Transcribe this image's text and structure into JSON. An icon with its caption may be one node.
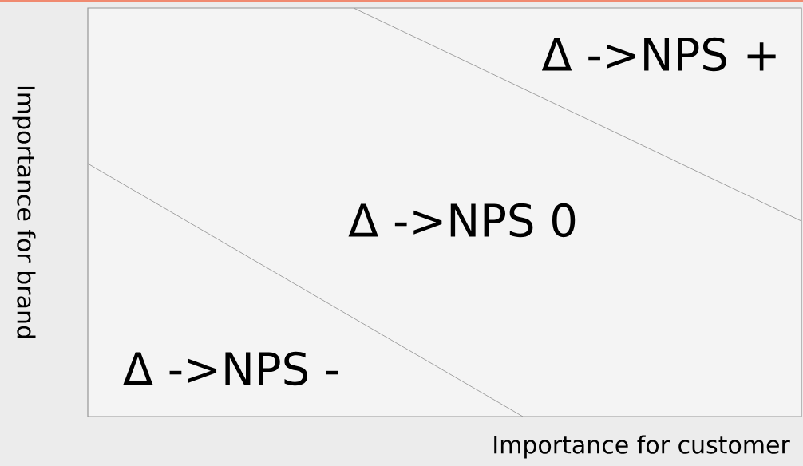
{
  "diagram": {
    "labels": [
      "Importance for brand",
      "Δ ->NPS +",
      "Δ ->NPS 0",
      "Δ ->NPS -",
      "Importance for customer"
    ]
  }
}
